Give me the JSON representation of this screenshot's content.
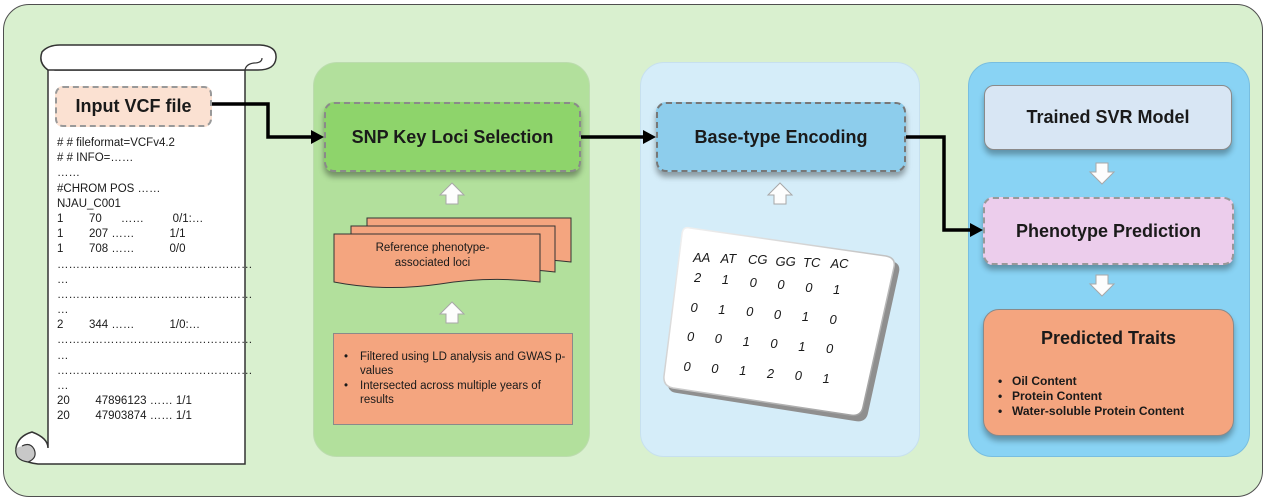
{
  "input": {
    "label": "Input VCF file",
    "lines": [
      "# # fileformat=VCFv4.2",
      "# # INFO=……",
      "……",
      "#CHROM POS ……",
      "NJAU_C001",
      "1        70      ……         0/1:…",
      "1        207 ……           1/1",
      "1        708 ……           0/0",
      "……………………………………………",
      "…",
      "……………………………………………",
      "…",
      "2        344 ……           1/0:…",
      "……………………………………………",
      "…",
      "……………………………………………",
      "…",
      "20        47896123 …… 1/1",
      "20        47903874 …… 1/1"
    ]
  },
  "snp": {
    "title": "SNP Key Loci Selection",
    "reference_label": "Reference phenotype-associated loci",
    "filters": [
      "Filtered using LD analysis and GWAS p-values",
      "Intersected across multiple years of results"
    ]
  },
  "encoding": {
    "title": "Base-type Encoding",
    "matrix": {
      "headers": [
        "AA",
        "AT",
        "CG",
        "GG",
        "TC",
        "AC"
      ],
      "rows": [
        [
          "2",
          "1",
          "0",
          "0",
          "0",
          "1"
        ],
        [
          "0",
          "1",
          "0",
          "0",
          "1",
          "0"
        ],
        [
          "0",
          "0",
          "1",
          "0",
          "1",
          "0"
        ],
        [
          "0",
          "0",
          "1",
          "2",
          "0",
          "1"
        ]
      ]
    }
  },
  "prediction": {
    "model_label": "Trained SVR Model",
    "phenotype_label": "Phenotype Prediction",
    "traits_title": "Predicted Traits",
    "traits": [
      "Oil Content",
      "Protein Content",
      "Water-soluble Protein Content"
    ]
  },
  "colors": {
    "background": "#d9f0cf",
    "snp_panel": "#b2e09c",
    "encoding_panel": "#d5edf9",
    "prediction_panel": "#89d3f4",
    "salmon": "#f4a57f"
  }
}
